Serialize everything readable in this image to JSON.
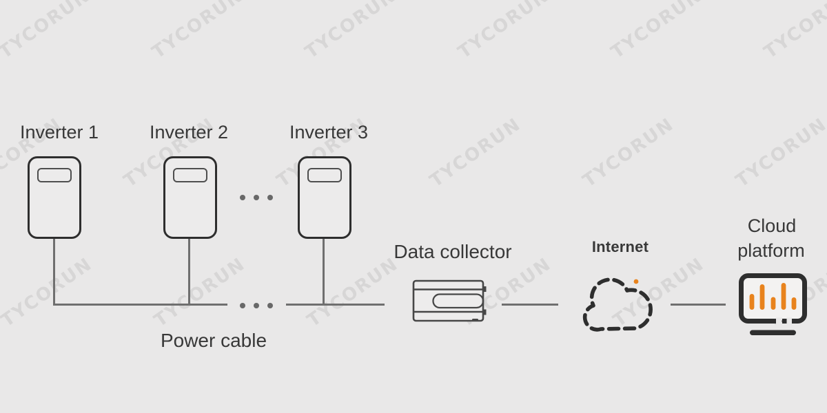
{
  "page": {
    "background": "#e9e8e8",
    "watermark_text": "TYCORUN"
  },
  "colors": {
    "outline_dark": "#2e2e2e",
    "line_gray": "#6f6f6f",
    "text": "#383838",
    "accent_orange": "#e8831d"
  },
  "nodes": {
    "inverters": [
      {
        "label": "Inverter 1"
      },
      {
        "label": "Inverter 2"
      },
      {
        "label": "Inverter 3"
      }
    ],
    "data_collector": {
      "label": "Data collector",
      "icon": "data-collector-device-icon"
    },
    "internet": {
      "label": "Internet",
      "icon": "dashed-cloud-icon",
      "accent_dot_color": "#e8831d"
    },
    "cloud_platform": {
      "label_line1": "Cloud",
      "label_line2": "platform",
      "icon": "monitor-bar-chart-icon"
    }
  },
  "connections": {
    "power_cable_label": "Power cable"
  }
}
